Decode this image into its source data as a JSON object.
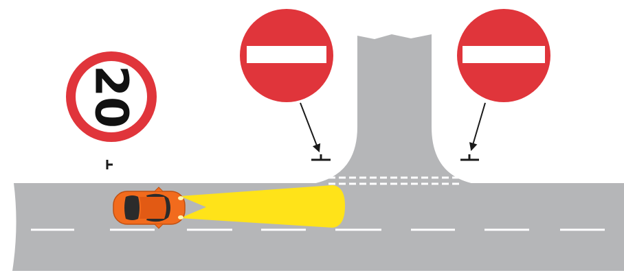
{
  "speed_limit_sign": {
    "value": "20"
  },
  "no_entry_signs": [
    {
      "id": "left"
    },
    {
      "id": "right"
    }
  ],
  "colors": {
    "sign_red": "#e0353b",
    "sign_white": "#ffffff",
    "road_gray": "#b5b6b8",
    "lane_marking": "#ffffff",
    "car_orange": "#f26b1d",
    "headlight_yellow": "#ffe319",
    "post_black": "#1a1a1a"
  }
}
